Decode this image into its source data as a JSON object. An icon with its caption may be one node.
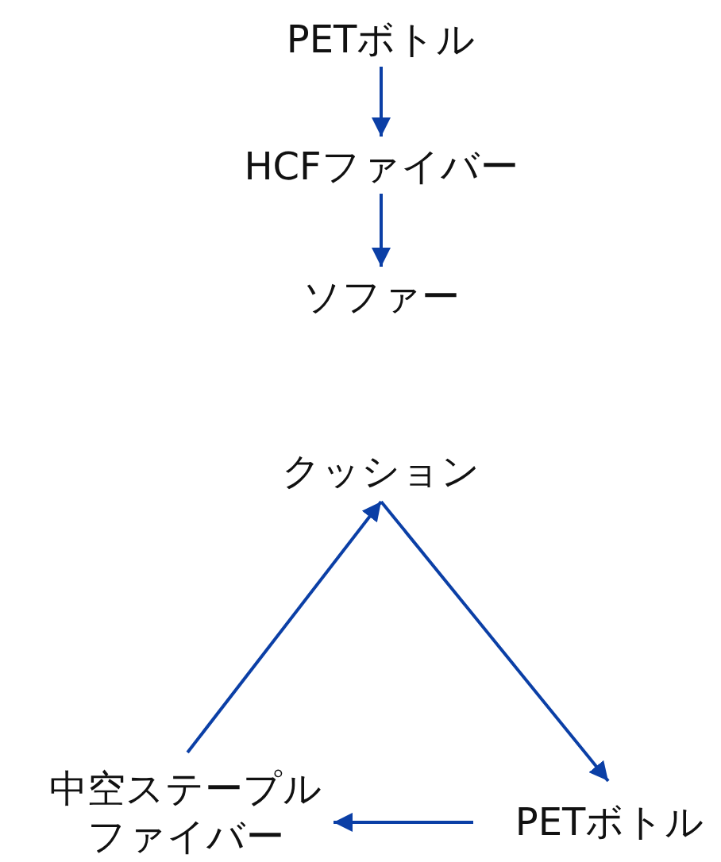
{
  "diagram": {
    "nodes": [
      {
        "text": [
          "PETボトル"
        ]
      },
      {
        "text": [
          "HCFファイバー"
        ]
      },
      {
        "text": [
          "ソファー"
        ]
      },
      {
        "text": [
          "クッション"
        ]
      },
      {
        "text": [
          "中空ステープルファイバー"
        ]
      },
      {
        "text": [
          "PETボトル"
        ]
      }
    ],
    "edges": [
      {
        "from": 0,
        "to": 1,
        "arrow": "to"
      },
      {
        "from": 1,
        "to": 2,
        "arrow": "to"
      },
      {
        "from": 4,
        "to": 3,
        "arrow": "to"
      },
      {
        "from": 3,
        "to": 5,
        "arrow": "to"
      },
      {
        "from": 5,
        "to": 4,
        "arrow": "to"
      }
    ]
  }
}
